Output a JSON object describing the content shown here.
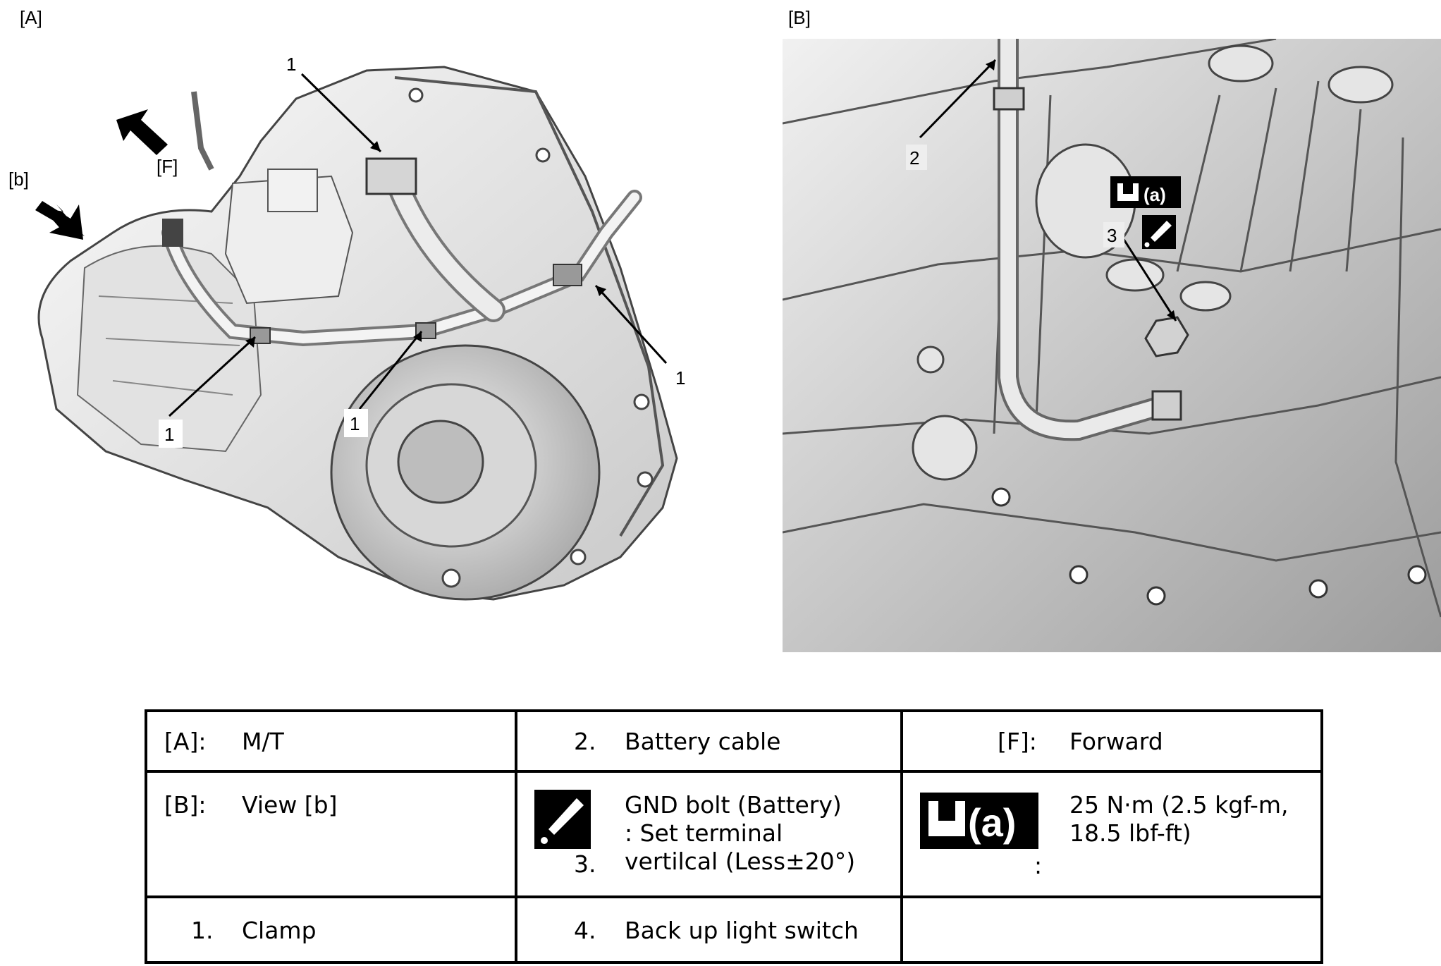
{
  "figure_a": {
    "label": "[A]",
    "forward_label": "[F]",
    "view_label": "[b]",
    "callouts": [
      "1",
      "1",
      "1",
      "1"
    ]
  },
  "figure_b": {
    "label": "[B]",
    "callouts": [
      "2",
      "3"
    ],
    "torque_icon_letter": "(a)"
  },
  "legend": {
    "row1": {
      "c1": {
        "key": "[A]:",
        "value": "M/T"
      },
      "c2": {
        "key": "2.",
        "value": "Battery cable"
      },
      "c3": {
        "key": "[F]:",
        "value": "Forward"
      }
    },
    "row2": {
      "c1": {
        "key": "[B]:",
        "value": "View [b]"
      },
      "c2": {
        "key": "3.",
        "line1": "GND bolt (Battery)",
        "line2": ": Set terminal",
        "line3": "vertilcal (Less±20°)"
      },
      "c3": {
        "icon_letter": "(a)",
        "key": ":",
        "line1": "25 N·m (2.5 kgf-m,",
        "line2": "18.5 lbf-ft)"
      }
    },
    "row3": {
      "c1": {
        "key": "1.",
        "value": "Clamp"
      },
      "c2": {
        "key": "4.",
        "value": "Back up light switch"
      }
    }
  }
}
